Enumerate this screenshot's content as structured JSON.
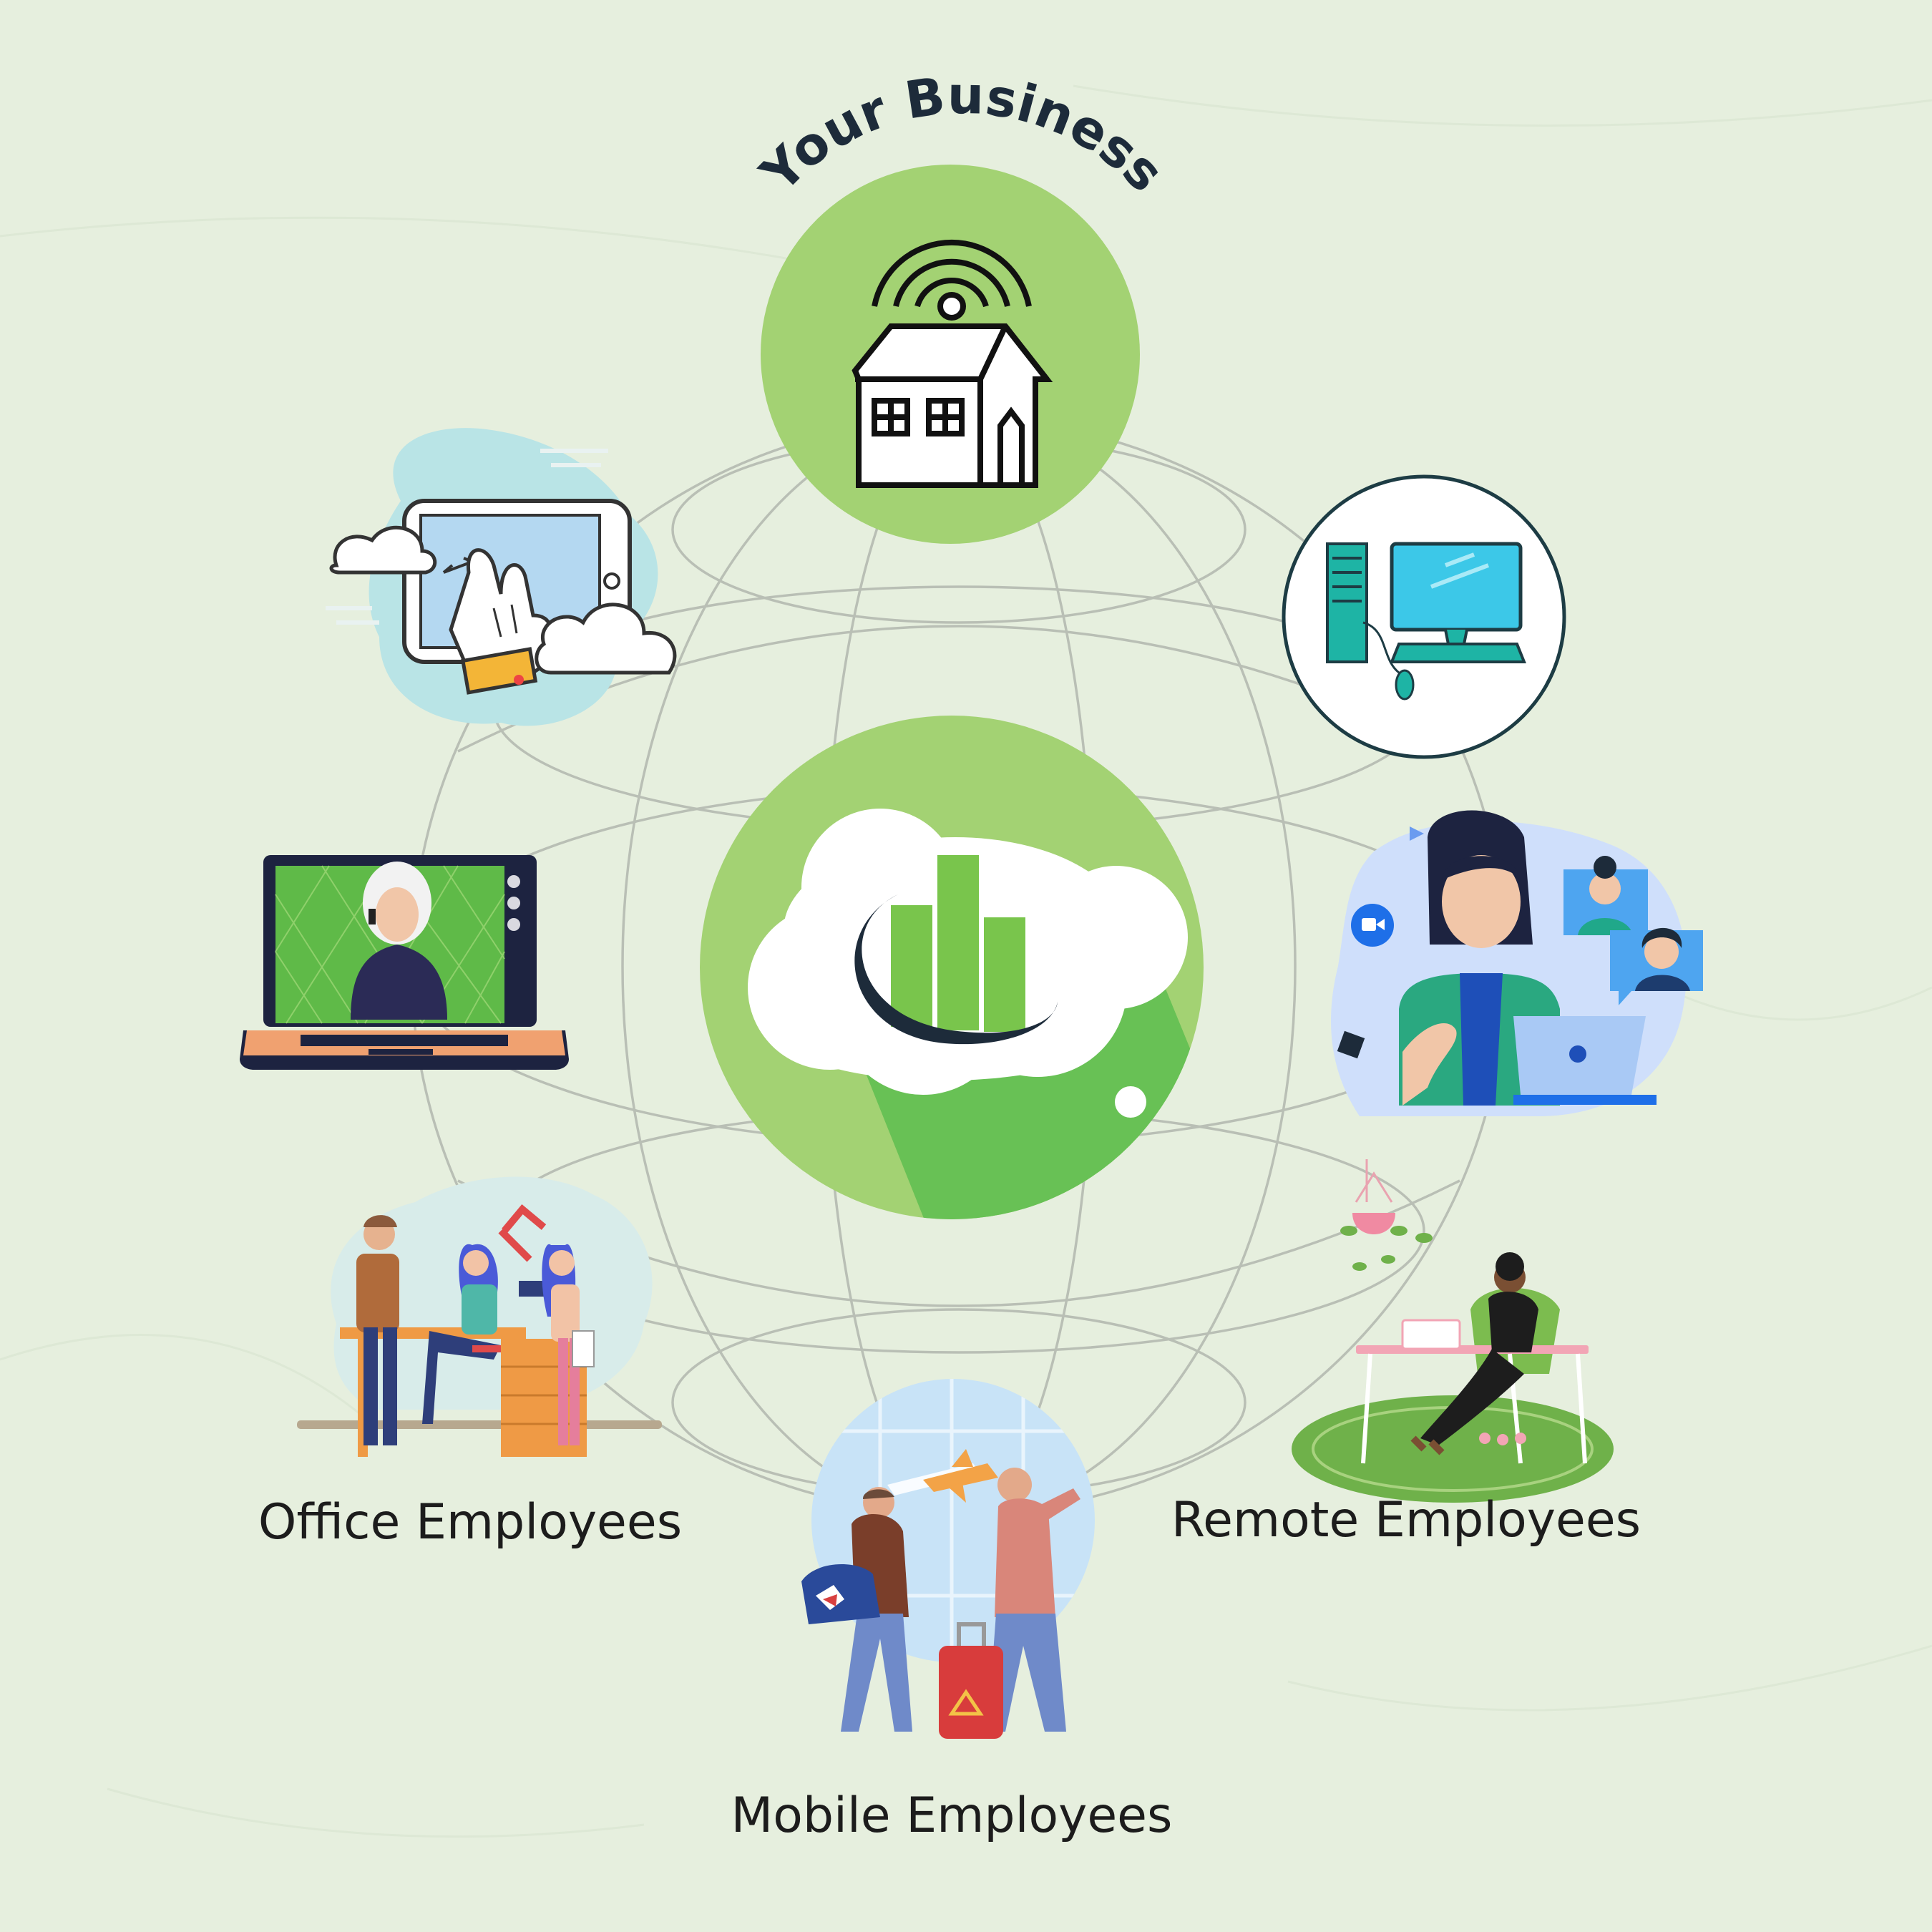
{
  "diagram": {
    "title": "Your Business",
    "nodes": [
      {
        "id": "office",
        "label": "Office Employees"
      },
      {
        "id": "remote",
        "label": "Remote Employees"
      },
      {
        "id": "mobile",
        "label": "Mobile Employees"
      }
    ]
  },
  "colors": {
    "background": "#e6efde",
    "green_light": "#a3d273",
    "green_dark": "#68c155",
    "navy": "#1d2b3a",
    "globe_lines": "#b9bfb5"
  },
  "icons": {
    "business": "house-broadcast-icon",
    "center": "cloud-analytics-logo",
    "tablet": "tablet-touch-icon",
    "desktop": "desktop-computer-icon",
    "laptop_call": "laptop-video-call-icon",
    "video_chat": "video-chat-woman-icon",
    "office": "office-team-illustration",
    "remote": "remote-worker-illustration",
    "mobile": "travelers-illustration"
  }
}
